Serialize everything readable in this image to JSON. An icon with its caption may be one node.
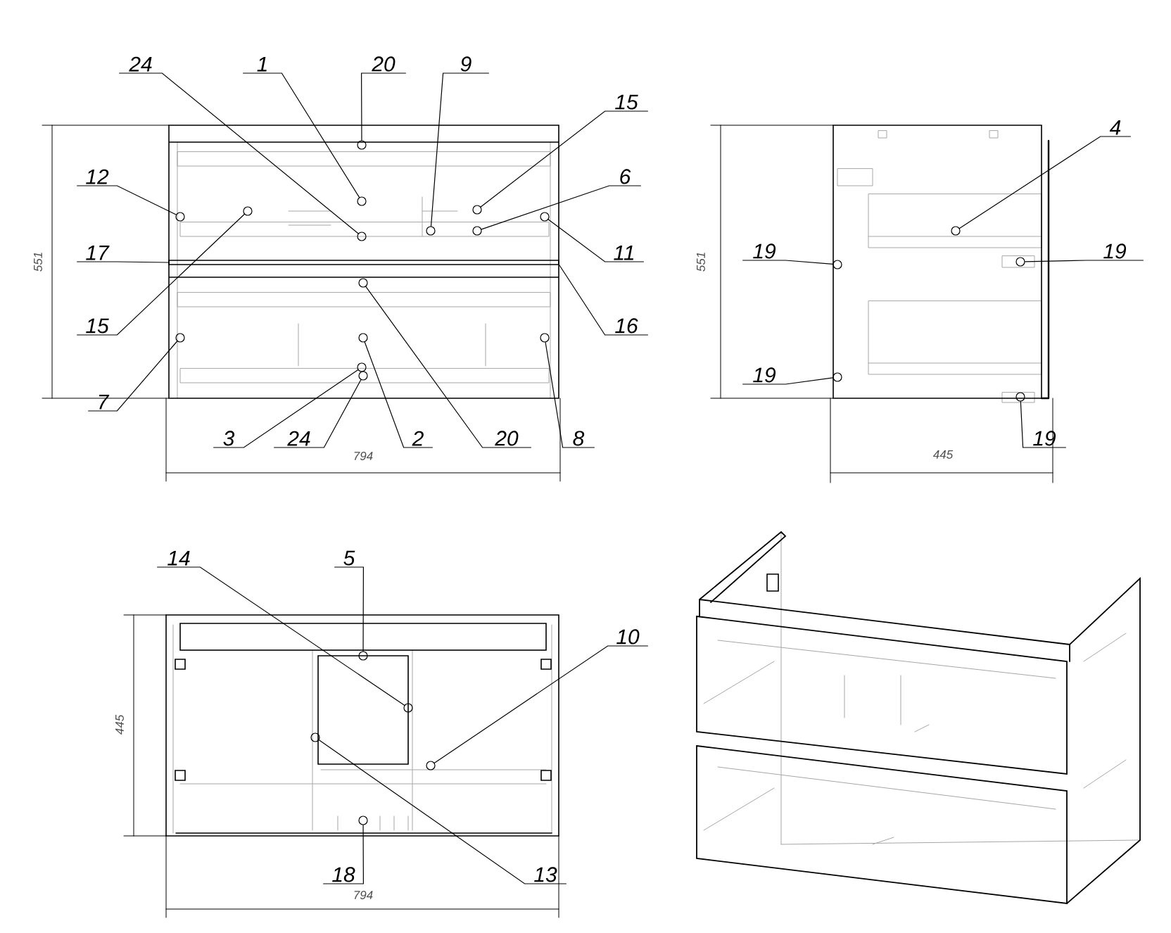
{
  "diagram": {
    "nodes": [
      {
        "text": [
          "24"
        ]
      },
      {
        "text": [
          "1"
        ]
      },
      {
        "text": [
          "20"
        ]
      },
      {
        "text": [
          "9"
        ]
      },
      {
        "text": [
          "15"
        ]
      },
      {
        "text": [
          "6"
        ]
      },
      {
        "text": [
          "12"
        ]
      },
      {
        "text": [
          "17"
        ]
      },
      {
        "text": [
          "11"
        ]
      },
      {
        "text": [
          "15"
        ]
      },
      {
        "text": [
          "16"
        ]
      },
      {
        "text": [
          "7"
        ]
      },
      {
        "text": [
          "3"
        ]
      },
      {
        "text": [
          "24"
        ]
      },
      {
        "text": [
          "2"
        ]
      },
      {
        "text": [
          "20"
        ]
      },
      {
        "text": [
          "8"
        ]
      },
      {
        "text": [
          "4"
        ]
      },
      {
        "text": [
          "19"
        ]
      },
      {
        "text": [
          "19"
        ]
      },
      {
        "text": [
          "19"
        ]
      },
      {
        "text": [
          "19"
        ]
      },
      {
        "text": [
          "14"
        ]
      },
      {
        "text": [
          "5"
        ]
      },
      {
        "text": [
          "10"
        ]
      },
      {
        "text": [
          "18"
        ]
      },
      {
        "text": [
          "13"
        ]
      },
      {
        "text": [],
        "shape": "circle"
      },
      {
        "text": [],
        "shape": "circle"
      },
      {
        "text": [],
        "shape": "circle"
      },
      {
        "text": [],
        "shape": "circle"
      },
      {
        "text": [],
        "shape": "circle"
      },
      {
        "text": [],
        "shape": "circle"
      },
      {
        "text": [],
        "shape": "circle"
      },
      {
        "text": [],
        "shape": "circle"
      },
      {
        "text": [],
        "shape": "circle"
      },
      {
        "text": [],
        "shape": "circle"
      },
      {
        "text": [],
        "shape": "circle"
      },
      {
        "text": [],
        "shape": "circle"
      },
      {
        "text": [],
        "shape": "circle"
      },
      {
        "text": [],
        "shape": "circle"
      },
      {
        "text": [],
        "shape": "circle"
      },
      {
        "text": [],
        "shape": "circle"
      },
      {
        "text": [],
        "shape": "circle"
      },
      {
        "text": [],
        "shape": "circle"
      },
      {
        "text": [],
        "shape": "circle"
      },
      {
        "text": [],
        "shape": "circle"
      },
      {
        "text": [],
        "shape": "circle"
      },
      {
        "text": [],
        "shape": "circle"
      },
      {
        "text": [],
        "shape": "circle"
      },
      {
        "text": [],
        "shape": "circle"
      },
      {
        "text": [],
        "shape": "circle"
      },
      {
        "text": [],
        "shape": "bar"
      }
    ],
    "edges": [
      {
        "from": 0,
        "to": 27,
        "arrow": "none"
      },
      {
        "from": 1,
        "to": 28,
        "arrow": "none"
      },
      {
        "from": 2,
        "to": 29,
        "arrow": "none"
      },
      {
        "from": 3,
        "to": 30,
        "arrow": "none"
      },
      {
        "from": 4,
        "to": 31,
        "arrow": "none"
      },
      {
        "from": 5,
        "to": 32,
        "arrow": "none"
      },
      {
        "from": 6,
        "to": 33,
        "arrow": "none"
      },
      {
        "from": 7,
        "to": 52,
        "arrow": "none"
      },
      {
        "from": 8,
        "to": 34,
        "arrow": "none"
      },
      {
        "from": 9,
        "to": 35,
        "arrow": "none"
      },
      {
        "from": 10,
        "to": 52,
        "arrow": "none"
      },
      {
        "from": 11,
        "to": 36,
        "arrow": "none"
      },
      {
        "from": 12,
        "to": 37,
        "arrow": "none"
      },
      {
        "from": 13,
        "to": 38,
        "arrow": "none"
      },
      {
        "from": 14,
        "to": 39,
        "arrow": "none"
      },
      {
        "from": 15,
        "to": 40,
        "arrow": "none"
      },
      {
        "from": 16,
        "to": 41,
        "arrow": "none"
      },
      {
        "from": 17,
        "to": 42,
        "arrow": "none"
      },
      {
        "from": 18,
        "to": 43,
        "arrow": "none"
      },
      {
        "from": 19,
        "to": 44,
        "arrow": "none"
      },
      {
        "from": 20,
        "to": 45,
        "arrow": "none"
      },
      {
        "from": 21,
        "to": 46,
        "arrow": "none"
      },
      {
        "from": 22,
        "to": 47,
        "arrow": "none"
      },
      {
        "from": 23,
        "to": 48,
        "arrow": "none"
      },
      {
        "from": 24,
        "to": 49,
        "arrow": "none"
      },
      {
        "from": 25,
        "to": 50,
        "arrow": "none"
      },
      {
        "from": 26,
        "to": 51,
        "arrow": "none"
      }
    ],
    "labels": [
      "551",
      "794",
      "551",
      "445",
      "445",
      "794"
    ]
  }
}
